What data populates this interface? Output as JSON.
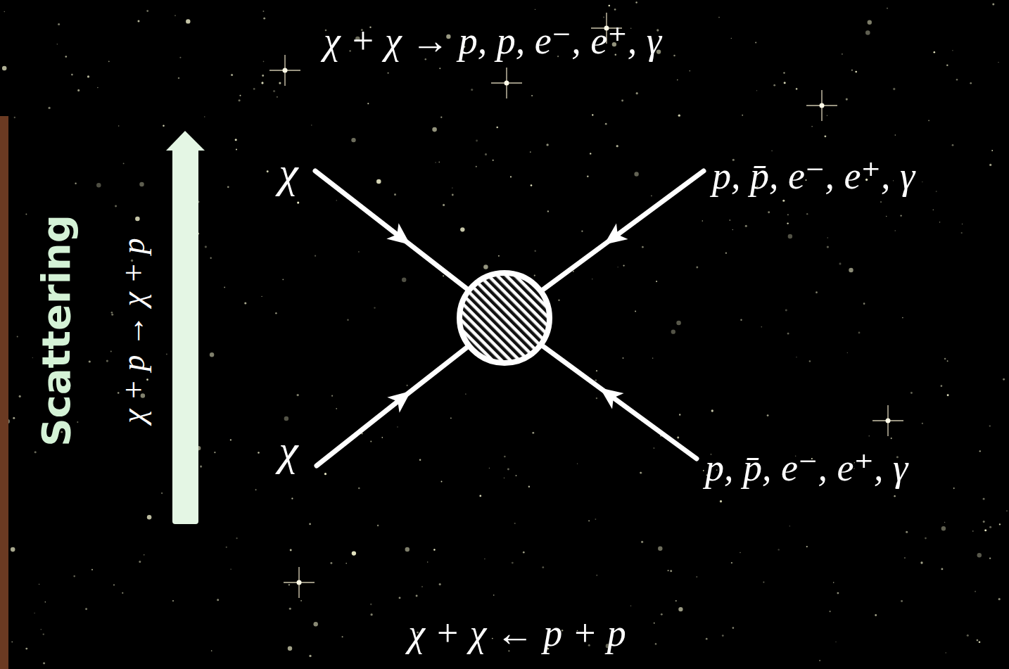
{
  "diagram": {
    "labels": [
      "χ + χ → p, p, e⁻, e⁺, γ",
      "Scattering",
      "χ + p → χ + p",
      "χ",
      "p, p̄, e⁻, e⁺, γ",
      "χ",
      "p, p̄, e⁻, e⁺, γ",
      "χ + χ ← p + p"
    ]
  }
}
